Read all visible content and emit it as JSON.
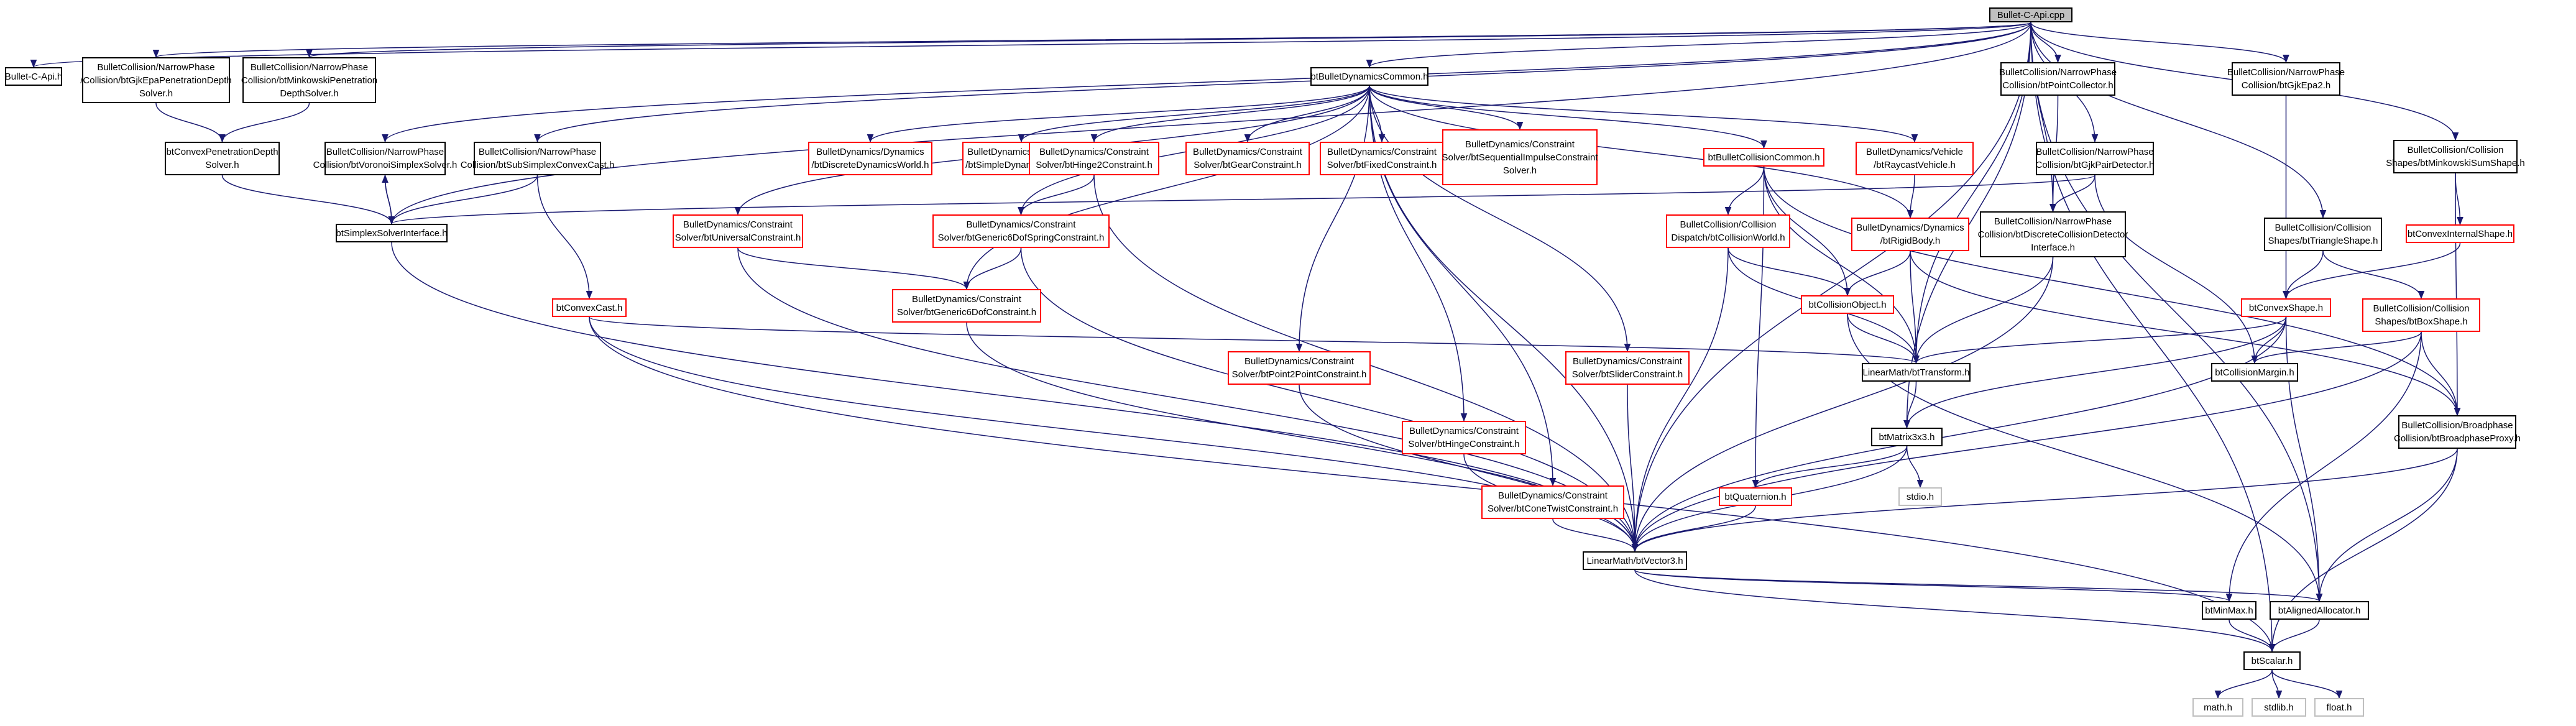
{
  "nodes": {
    "root": {
      "label": "Bullet-C-Api.cpp",
      "status": "root"
    },
    "capi": {
      "label": "Bullet-C-Api.h",
      "status": "documented"
    },
    "gjkepa": {
      "label": "BulletCollision/NarrowPhase\n/Collision/btGjkEpaPenetrationDepth\nSolver.h",
      "status": "documented"
    },
    "minkpen": {
      "label": "BulletCollision/NarrowPhase\nCollision/btMinkowskiPenetration\nDepthSolver.h",
      "status": "documented"
    },
    "convpen": {
      "label": "btConvexPenetrationDepth\nSolver.h",
      "status": "documented"
    },
    "voronoi": {
      "label": "BulletCollision/NarrowPhase\nCollision/btVoronoiSimplexSolver.h",
      "status": "documented"
    },
    "subsimplex": {
      "label": "BulletCollision/NarrowPhase\nCollision/btSubSimplexConvexCast.h",
      "status": "documented"
    },
    "simplexiface": {
      "label": "btSimplexSolverInterface.h",
      "status": "documented"
    },
    "convexcast": {
      "label": "btConvexCast.h",
      "status": "incomplete"
    },
    "dyncommon": {
      "label": "btBulletDynamicsCommon.h",
      "status": "documented"
    },
    "discretedyn": {
      "label": "BulletDynamics/Dynamics\n/btDiscreteDynamicsWorld.h",
      "status": "incomplete"
    },
    "simpledyn": {
      "label": "BulletDynamics/Dynamics\n/btSimpleDynamicsWorld.h",
      "status": "incomplete"
    },
    "hinge2": {
      "label": "BulletDynamics/Constraint\nSolver/btHinge2Constraint.h",
      "status": "incomplete"
    },
    "gear": {
      "label": "BulletDynamics/Constraint\nSolver/btGearConstraint.h",
      "status": "incomplete"
    },
    "fixed": {
      "label": "BulletDynamics/Constraint\nSolver/btFixedConstraint.h",
      "status": "incomplete"
    },
    "seqimpulse": {
      "label": "BulletDynamics/Constraint\nSolver/btSequentialImpulseConstraint\nSolver.h",
      "status": "incomplete"
    },
    "universal": {
      "label": "BulletDynamics/Constraint\nSolver/btUniversalConstraint.h",
      "status": "incomplete"
    },
    "generic6spring": {
      "label": "BulletDynamics/Constraint\nSolver/btGeneric6DofSpringConstraint.h",
      "status": "incomplete"
    },
    "generic6": {
      "label": "BulletDynamics/Constraint\nSolver/btGeneric6DofConstraint.h",
      "status": "incomplete"
    },
    "p2p": {
      "label": "BulletDynamics/Constraint\nSolver/btPoint2PointConstraint.h",
      "status": "incomplete"
    },
    "hinge": {
      "label": "BulletDynamics/Constraint\nSolver/btHingeConstraint.h",
      "status": "incomplete"
    },
    "conetwist": {
      "label": "BulletDynamics/Constraint\nSolver/btConeTwistConstraint.h",
      "status": "incomplete"
    },
    "slider": {
      "label": "BulletDynamics/Constraint\nSolver/btSliderConstraint.h",
      "status": "incomplete"
    },
    "collcommon": {
      "label": "btBulletCollisionCommon.h",
      "status": "incomplete"
    },
    "collworld": {
      "label": "BulletCollision/Collision\nDispatch/btCollisionWorld.h",
      "status": "incomplete"
    },
    "collobj": {
      "label": "btCollisionObject.h",
      "status": "incomplete"
    },
    "raycastveh": {
      "label": "BulletDynamics/Vehicle\n/btRaycastVehicle.h",
      "status": "incomplete"
    },
    "rigidbody": {
      "label": "BulletDynamics/Dynamics\n/btRigidBody.h",
      "status": "incomplete"
    },
    "pointcoll": {
      "label": "BulletCollision/NarrowPhase\nCollision/btPointCollector.h",
      "status": "documented"
    },
    "gjkpair": {
      "label": "BulletCollision/NarrowPhase\nCollision/btGjkPairDetector.h",
      "status": "documented"
    },
    "discretecd": {
      "label": "BulletCollision/NarrowPhase\nCollision/btDiscreteCollisionDetector\nInterface.h",
      "status": "documented"
    },
    "gjkepa2": {
      "label": "BulletCollision/NarrowPhase\nCollision/btGjkEpa2.h",
      "status": "documented"
    },
    "minksum": {
      "label": "BulletCollision/Collision\nShapes/btMinkowskiSumShape.h",
      "status": "documented"
    },
    "convexinternal": {
      "label": "btConvexInternalShape.h",
      "status": "incomplete"
    },
    "triangle": {
      "label": "BulletCollision/Collision\nShapes/btTriangleShape.h",
      "status": "documented"
    },
    "convexshape": {
      "label": "btConvexShape.h",
      "status": "incomplete"
    },
    "boxshape": {
      "label": "BulletCollision/Collision\nShapes/btBoxShape.h",
      "status": "incomplete"
    },
    "collmargin": {
      "label": "btCollisionMargin.h",
      "status": "documented"
    },
    "transform": {
      "label": "LinearMath/btTransform.h",
      "status": "documented"
    },
    "matrix": {
      "label": "btMatrix3x3.h",
      "status": "documented"
    },
    "broadproxy": {
      "label": "BulletCollision/Broadphase\nCollision/btBroadphaseProxy.h",
      "status": "documented"
    },
    "stdio": {
      "label": "stdio.h",
      "status": "external"
    },
    "quaternion": {
      "label": "btQuaternion.h",
      "status": "incomplete"
    },
    "vector3": {
      "label": "LinearMath/btVector3.h",
      "status": "documented"
    },
    "minmax": {
      "label": "btMinMax.h",
      "status": "documented"
    },
    "aligned": {
      "label": "btAlignedAllocator.h",
      "status": "documented"
    },
    "scalar": {
      "label": "btScalar.h",
      "status": "documented"
    },
    "math": {
      "label": "math.h",
      "status": "external"
    },
    "stdlib": {
      "label": "stdlib.h",
      "status": "external"
    },
    "float": {
      "label": "float.h",
      "status": "external"
    }
  },
  "edges": [
    [
      "root",
      "capi"
    ],
    [
      "root",
      "gjkepa"
    ],
    [
      "root",
      "minkpen"
    ],
    [
      "root",
      "voronoi"
    ],
    [
      "root",
      "subsimplex"
    ],
    [
      "root",
      "simplexiface"
    ],
    [
      "root",
      "dyncommon"
    ],
    [
      "root",
      "pointcoll"
    ],
    [
      "root",
      "gjkpair"
    ],
    [
      "root",
      "discretecd"
    ],
    [
      "root",
      "gjkepa2"
    ],
    [
      "root",
      "minksum"
    ],
    [
      "root",
      "triangle"
    ],
    [
      "root",
      "transform"
    ],
    [
      "root",
      "matrix"
    ],
    [
      "root",
      "vector3"
    ],
    [
      "root",
      "aligned"
    ],
    [
      "root",
      "scalar"
    ],
    [
      "gjkepa",
      "convpen"
    ],
    [
      "minkpen",
      "convpen"
    ],
    [
      "convpen",
      "simplexiface"
    ],
    [
      "voronoi",
      "simplexiface"
    ],
    [
      "simplexiface",
      "voronoi"
    ],
    [
      "subsimplex",
      "simplexiface"
    ],
    [
      "subsimplex",
      "convexcast"
    ],
    [
      "simplexiface",
      "vector3"
    ],
    [
      "convexcast",
      "transform"
    ],
    [
      "convexcast",
      "vector3"
    ],
    [
      "convexcast",
      "scalar"
    ],
    [
      "dyncommon",
      "discretedyn"
    ],
    [
      "dyncommon",
      "simpledyn"
    ],
    [
      "dyncommon",
      "hinge2"
    ],
    [
      "dyncommon",
      "gear"
    ],
    [
      "dyncommon",
      "fixed"
    ],
    [
      "dyncommon",
      "seqimpulse"
    ],
    [
      "dyncommon",
      "universal"
    ],
    [
      "dyncommon",
      "generic6spring"
    ],
    [
      "dyncommon",
      "generic6"
    ],
    [
      "dyncommon",
      "p2p"
    ],
    [
      "dyncommon",
      "hinge"
    ],
    [
      "dyncommon",
      "conetwist"
    ],
    [
      "dyncommon",
      "slider"
    ],
    [
      "dyncommon",
      "collcommon"
    ],
    [
      "dyncommon",
      "raycastveh"
    ],
    [
      "dyncommon",
      "rigidbody"
    ],
    [
      "dyncommon",
      "vector3"
    ],
    [
      "hinge2",
      "generic6spring"
    ],
    [
      "hinge2",
      "vector3"
    ],
    [
      "generic6spring",
      "generic6"
    ],
    [
      "generic6spring",
      "vector3"
    ],
    [
      "universal",
      "generic6"
    ],
    [
      "universal",
      "vector3"
    ],
    [
      "generic6",
      "vector3"
    ],
    [
      "p2p",
      "vector3"
    ],
    [
      "hinge",
      "vector3"
    ],
    [
      "conetwist",
      "vector3"
    ],
    [
      "slider",
      "vector3"
    ],
    [
      "collcommon",
      "collworld"
    ],
    [
      "collcommon",
      "collobj"
    ],
    [
      "collcommon",
      "transform"
    ],
    [
      "collcommon",
      "quaternion"
    ],
    [
      "collcommon",
      "broadproxy"
    ],
    [
      "collworld",
      "collobj"
    ],
    [
      "collworld",
      "transform"
    ],
    [
      "collworld",
      "vector3"
    ],
    [
      "collobj",
      "transform"
    ],
    [
      "collobj",
      "aligned"
    ],
    [
      "raycastveh",
      "rigidbody"
    ],
    [
      "rigidbody",
      "collobj"
    ],
    [
      "rigidbody",
      "transform"
    ],
    [
      "rigidbody",
      "broadproxy"
    ],
    [
      "pointcoll",
      "discretecd"
    ],
    [
      "gjkpair",
      "discretecd"
    ],
    [
      "gjkpair",
      "simplexiface"
    ],
    [
      "gjkpair",
      "collmargin"
    ],
    [
      "discretecd",
      "transform"
    ],
    [
      "discretecd",
      "vector3"
    ],
    [
      "gjkepa2",
      "convexshape"
    ],
    [
      "minksum",
      "convexinternal"
    ],
    [
      "minksum",
      "broadproxy"
    ],
    [
      "convexinternal",
      "convexshape"
    ],
    [
      "triangle",
      "convexshape"
    ],
    [
      "triangle",
      "boxshape"
    ],
    [
      "convexshape",
      "transform"
    ],
    [
      "convexshape",
      "matrix"
    ],
    [
      "convexshape",
      "collmargin"
    ],
    [
      "convexshape",
      "vector3"
    ],
    [
      "convexshape",
      "aligned"
    ],
    [
      "boxshape",
      "collmargin"
    ],
    [
      "boxshape",
      "broadproxy"
    ],
    [
      "boxshape",
      "vector3"
    ],
    [
      "boxshape",
      "minmax"
    ],
    [
      "broadproxy",
      "vector3"
    ],
    [
      "broadproxy",
      "aligned"
    ],
    [
      "broadproxy",
      "scalar"
    ],
    [
      "transform",
      "matrix"
    ],
    [
      "matrix",
      "quaternion"
    ],
    [
      "matrix",
      "vector3"
    ],
    [
      "matrix",
      "stdio"
    ],
    [
      "quaternion",
      "vector3"
    ],
    [
      "vector3",
      "minmax"
    ],
    [
      "vector3",
      "aligned"
    ],
    [
      "vector3",
      "scalar"
    ],
    [
      "minmax",
      "scalar"
    ],
    [
      "aligned",
      "scalar"
    ],
    [
      "scalar",
      "math"
    ],
    [
      "scalar",
      "stdlib"
    ],
    [
      "scalar",
      "float"
    ]
  ],
  "colors": {
    "edge": "#191970",
    "root_fill": "#bfbfbf",
    "documented_border": "#000000",
    "incomplete_border": "#ff0000",
    "external_border": "#bfbfbf"
  }
}
